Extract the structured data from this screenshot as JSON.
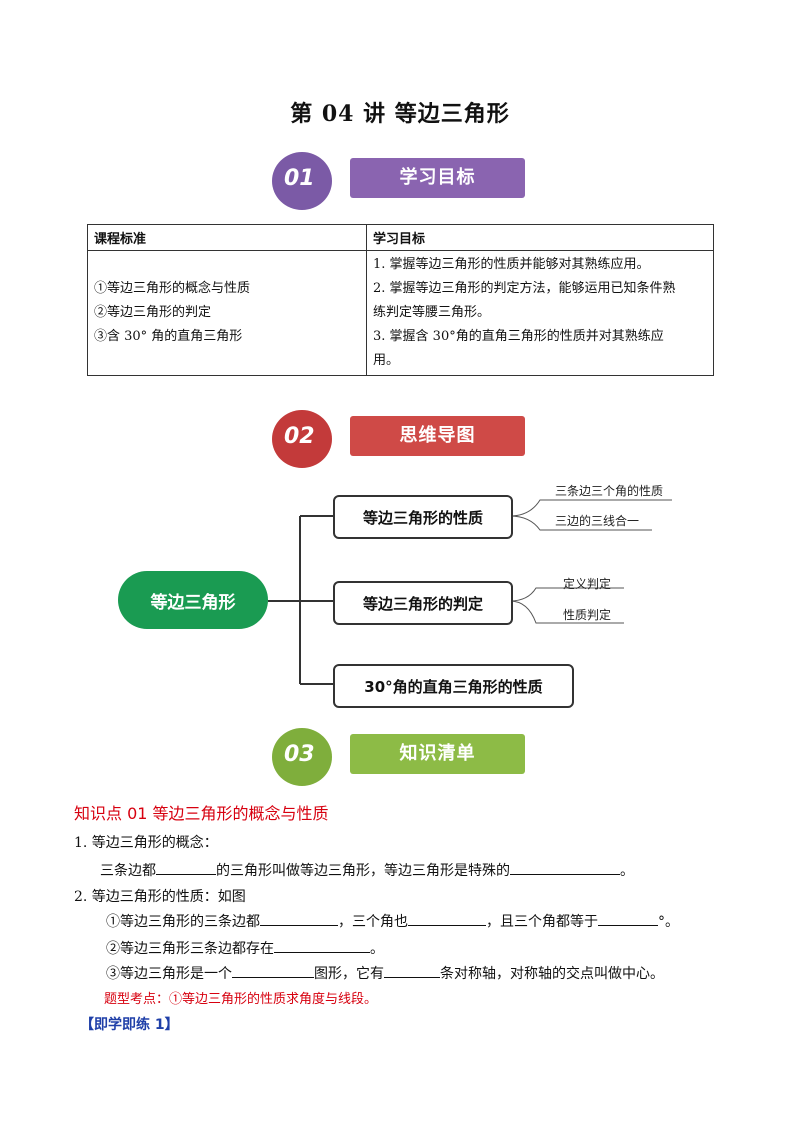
{
  "title": "第 04 讲  等边三角形",
  "sections": [
    {
      "num": "01",
      "label": "学习目标",
      "circle_color": "#7b5aa6",
      "bar_color": "#8a64b0"
    },
    {
      "num": "02",
      "label": "思维导图",
      "circle_color": "#c33a3a",
      "bar_color": "#cf4a47"
    },
    {
      "num": "03",
      "label": "知识清单",
      "circle_color": "#7fae3c",
      "bar_color": "#8dbb46"
    }
  ],
  "table": {
    "col1_header": "课程标准",
    "col2_header": "学习目标",
    "standards": [
      "①等边三角形的概念与性质",
      "②等边三角形的判定",
      "③含 30°  角的直角三角形"
    ],
    "goals": [
      "1. 掌握等边三角形的性质并能够对其熟练应用。",
      "2. 掌握等边三角形的判定方法，能够运用已知条件熟",
      "练判定等腰三角形。",
      "3. 掌握含 30°角的直角三角形的性质并对其熟练应",
      "用。"
    ]
  },
  "mindmap": {
    "root": "等边三角形",
    "branches": [
      {
        "label": "等边三角形的性质",
        "leaves": [
          "三条边三个角的性质",
          "三边的三线合一"
        ]
      },
      {
        "label": "等边三角形的判定",
        "leaves": [
          "定义判定",
          "性质判定"
        ]
      },
      {
        "label": "30°角的直角三角形的性质",
        "leaves": []
      }
    ],
    "root_color": "#1a9b52"
  },
  "knowledge": {
    "heading": "知识点 01    等边三角形的概念与性质",
    "item1": "1. 等边三角形的概念：",
    "item1_a": "三条边都",
    "item1_b": "的三角形叫做等边三角形，等边三角形是特殊的",
    "item1_c": "。",
    "item2": "2.  等边三角形的性质：如图",
    "p1_a": "①等边三角形的三条边都",
    "p1_b": "，三个角也",
    "p1_c": "，且三个角都等于",
    "p1_d": "°。",
    "p2_a": "②等边三角形三条边都存在",
    "p2_b": "。",
    "p3_a": "③等边三角形是一个",
    "p3_b": "图形，它有",
    "p3_c": "条对称轴，对称轴的交点叫做中心。",
    "tip": "题型考点：①等边三角形的性质求角度与线段。",
    "practice": "【即学即练 1】"
  }
}
